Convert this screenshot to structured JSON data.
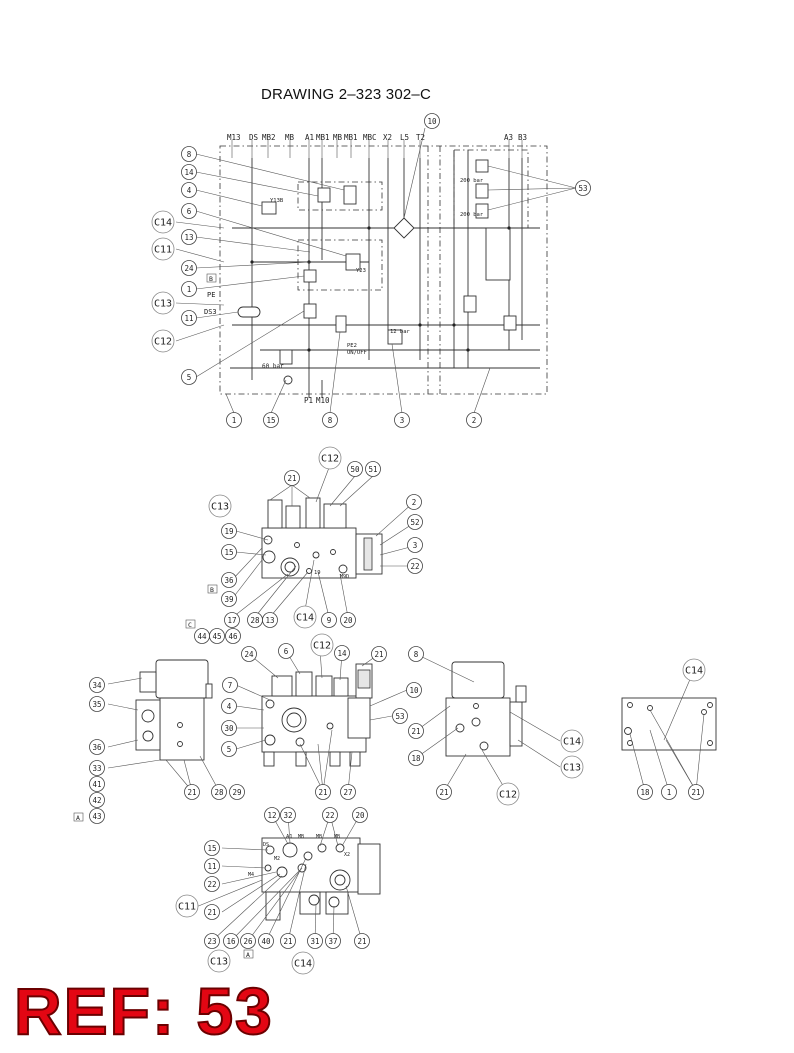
{
  "title": "DRAWING 2–323 302–C",
  "ref": "REF: 53",
  "schematic": {
    "ports": [
      "M13",
      "DS",
      "MB2",
      "MB",
      "A1",
      "MB1",
      "MB",
      "MB1",
      "MBC",
      "X2",
      "L5",
      "T2",
      "A3",
      "B3"
    ],
    "pressure_labels": [
      "200 bar",
      "200 bar",
      "60 bar",
      "12 bar"
    ],
    "component_labels": [
      "Y13B",
      "Y23",
      "PE2",
      "ON/OFF",
      "DS3",
      "PE"
    ],
    "callouts_left": [
      "8",
      "14",
      "4",
      "6",
      "C14",
      "13",
      "C11",
      "24",
      "1",
      "C13",
      "11",
      "C12",
      "5"
    ],
    "callouts_bottom": [
      "1",
      "15",
      "8",
      "3",
      "2"
    ],
    "callouts_right": [
      "10",
      "53"
    ],
    "bottom_ports": [
      "P1",
      "M10"
    ],
    "box_letter": "B"
  },
  "view_top": {
    "callouts": [
      "21",
      "C12",
      "50",
      "51",
      "C13",
      "19",
      "15",
      "36",
      "39",
      "2",
      "52",
      "3",
      "22",
      "17",
      "28",
      "13",
      "C14",
      "9",
      "20",
      "44",
      "45",
      "46"
    ],
    "box_letters": [
      "B",
      "C"
    ]
  },
  "view_middle": {
    "callouts": [
      "24",
      "6",
      "C12",
      "14",
      "21",
      "7",
      "4",
      "30",
      "5",
      "10",
      "53",
      "21",
      "27"
    ]
  },
  "view_left": {
    "callouts": [
      "34",
      "35",
      "36",
      "33",
      "41",
      "42",
      "43",
      "21",
      "28",
      "29"
    ],
    "box_letter": "A"
  },
  "view_right": {
    "callouts": [
      "8",
      "21",
      "18",
      "C14",
      "C13",
      "21",
      "C12"
    ]
  },
  "view_far_right": {
    "callouts": [
      "C14",
      "18",
      "1",
      "21"
    ]
  },
  "view_bottom": {
    "callouts": [
      "12",
      "32",
      "22",
      "20",
      "15",
      "11",
      "22",
      "C11",
      "21",
      "23",
      "16",
      "26",
      "40",
      "21",
      "31",
      "37",
      "21",
      "C13",
      "C14"
    ],
    "box_letter": "A",
    "port_labels": [
      "A1",
      "MB",
      "MB",
      "MB",
      "M2",
      "M4",
      "X2",
      "DS"
    ]
  }
}
